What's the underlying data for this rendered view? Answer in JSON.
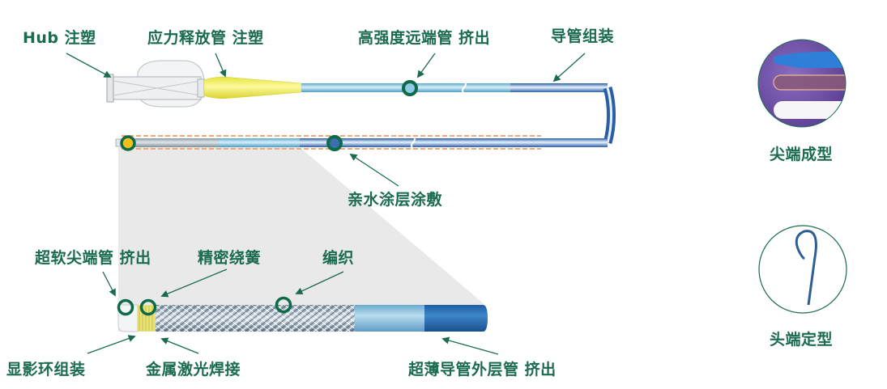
{
  "labels": {
    "hub": "Hub 注塑",
    "strain_relief": "应力释放管 注塑",
    "distal_tube": "高强度远端管 挤出",
    "assembly": "导管组装",
    "hydrophilic": "亲水涂层涂敷",
    "soft_tip": "超软尖端管 挤出",
    "coil": "精密绕簧",
    "braid": "编织",
    "marker_band": "显影环组装",
    "laser_weld": "金属激光焊接",
    "outer_jacket": "超薄导管外层管 挤出",
    "tip_forming": "尖端成型",
    "tip_shaping": "头端定型"
  },
  "colors": {
    "label_text": "#1a6b4f",
    "marker_ring": "#0d6b4a",
    "tube_blue": "#2f6fb8",
    "tube_light": "#7fc4df",
    "strain_relief_yellow": "#f2ee4a",
    "coating_dash": "#f0a878",
    "zoom_panel": "#e8e8e8",
    "tip_forming_bg": "#6a4aa0"
  }
}
